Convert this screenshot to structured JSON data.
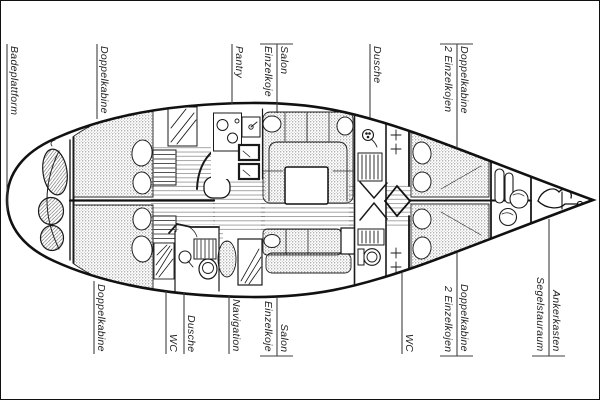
{
  "figure": {
    "kind": "sailing-yacht interior layout plan, bow pointing right",
    "colors": {
      "ink": "#1a1a1a",
      "leader_line": "#3f3f3f",
      "label_text": "#222222",
      "paper": "#ffffff"
    }
  },
  "labels": {
    "top": [
      {
        "line1": "Badeplattform"
      },
      {
        "line1": "Doppelkabine"
      },
      {
        "line1": "Pantry"
      },
      {
        "line1": "Salon",
        "line2": "Einzelkoje"
      },
      {
        "line1": "Dusche"
      },
      {
        "line1": "Doppelkabine",
        "line2": "2 Einzelkojen"
      }
    ],
    "bottom": [
      {
        "line1": "Doppelkabine"
      },
      {
        "line1": "WC"
      },
      {
        "line1": "Dusche"
      },
      {
        "line1": "Navigation"
      },
      {
        "line1": "Salon",
        "line2": "Einzelkoje"
      },
      {
        "line1": "WC"
      },
      {
        "line1": "Doppelkabine",
        "line2": "2 Einzelkojen"
      },
      {
        "line1": "Ankerkasten",
        "line2": "Segelstauraum"
      }
    ]
  }
}
